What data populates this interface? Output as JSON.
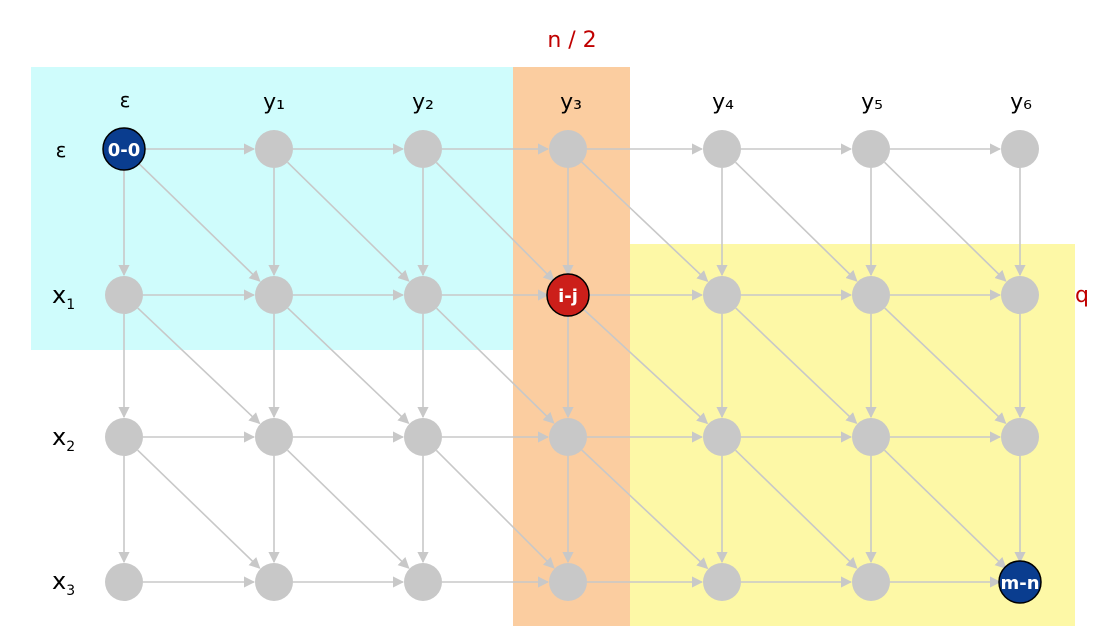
{
  "top_label": "n / 2",
  "side_label": "q",
  "column_labels": [
    "ε",
    "y₁",
    "y₂",
    "y₃",
    "y₄",
    "y₅",
    "y₆"
  ],
  "row_labels": [
    {
      "base": "ε",
      "sub": ""
    },
    {
      "base": "x",
      "sub": "1"
    },
    {
      "base": "x",
      "sub": "2"
    },
    {
      "base": "x",
      "sub": "3"
    }
  ],
  "highlighted_nodes": [
    {
      "row": 0,
      "col": 0,
      "label": "0-0",
      "color": "#0a3d8f"
    },
    {
      "row": 1,
      "col": 3,
      "label": "i-j",
      "color": "#cc1f1a"
    },
    {
      "row": 3,
      "col": 6,
      "label": "m-n",
      "color": "#0a3d8f"
    }
  ],
  "colors": {
    "node": "#c8c8c8",
    "edge": "#c8c8c8",
    "region_prefix": "#cffcfc",
    "region_middle_column": "#fbcda0",
    "region_suffix": "#fdf8a6",
    "accent": "#c00000"
  },
  "regions": [
    "prefix",
    "middle-column",
    "suffix"
  ]
}
